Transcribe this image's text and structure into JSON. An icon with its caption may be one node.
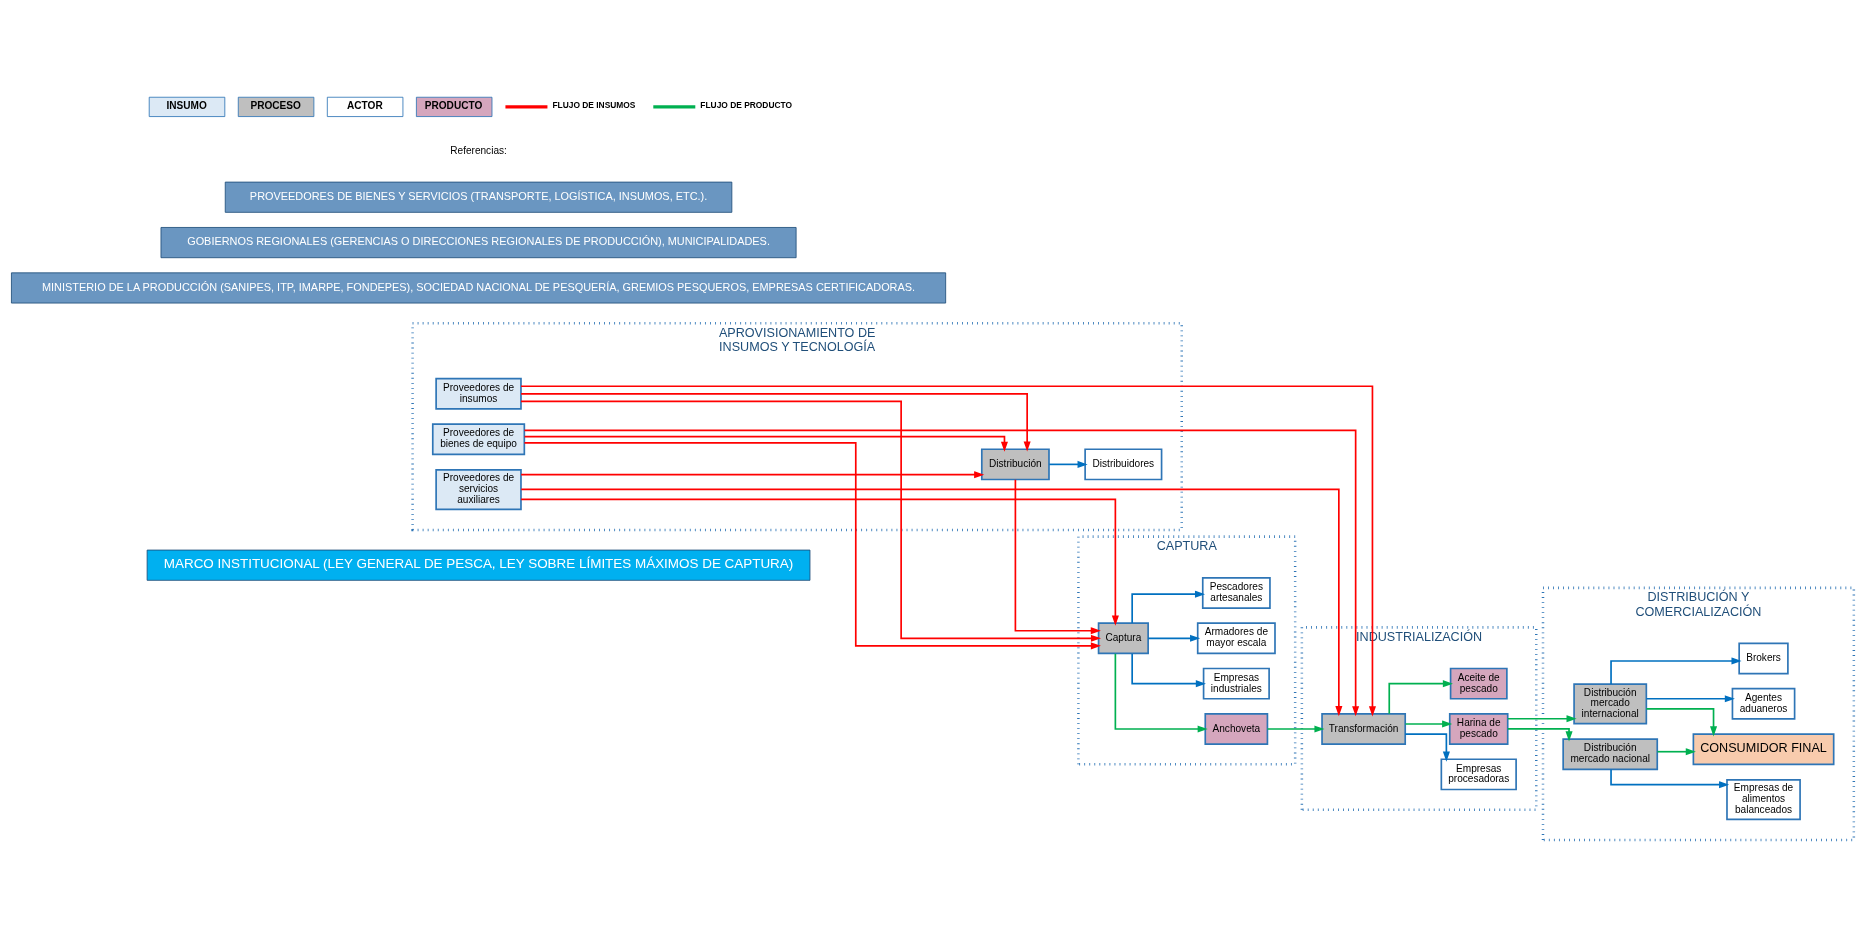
{
  "diagram": {
    "nodes": [
      {
        "text": [
          "MARCO INSTITUCIONAL (LEY GENERAL DE PESCA, LEY SOBRE LÍMITES MÁXIMOS DE CAPTURA)"
        ]
      },
      {
        "text": [
          "APROVISIONAMIENTO DE INSUMOS Y TECNOLOGÍA"
        ]
      },
      {
        "text": [
          "Proveedores de insumos"
        ],
        "in": 1
      },
      {
        "text": [
          "Proveedores de bienes de equipo"
        ],
        "in": 1
      },
      {
        "text": [
          "Proveedores de servicios auxiliares"
        ],
        "in": 1
      },
      {
        "text": [
          "Distribución"
        ],
        "in": 1
      },
      {
        "text": [
          "Distribuidores"
        ],
        "in": 1
      },
      {
        "text": [
          "CAPTURA"
        ]
      },
      {
        "text": [
          "Captura"
        ],
        "in": 7
      },
      {
        "text": [
          "Anchoveta"
        ],
        "in": 7
      },
      {
        "text": [
          "Empresas industriales"
        ],
        "in": 7
      },
      {
        "text": [
          "Armadores de mayor escala"
        ],
        "in": 7
      },
      {
        "text": [
          "Pescadores artesanales"
        ],
        "in": 7
      },
      {
        "text": [
          "INDUSTRIALIZACIÓN"
        ]
      },
      {
        "text": [
          "Transformación"
        ],
        "in": 13
      },
      {
        "text": [
          "Empresas procesadoras"
        ],
        "in": 13
      },
      {
        "text": [
          "Harina de pescado"
        ],
        "in": 13
      },
      {
        "text": [
          "Aceite de pescado"
        ],
        "in": 13
      },
      {
        "text": [
          "DISTRIBUCIÓN Y COMERCIALIZACIÓN"
        ]
      },
      {
        "text": [
          "Distribución mercado internacional"
        ],
        "in": 18
      },
      {
        "text": [
          "Agentes aduaneros"
        ],
        "in": 18
      },
      {
        "text": [
          "Brokers"
        ],
        "in": 18
      },
      {
        "text": [
          "Distribución mercado nacional"
        ],
        "in": 18
      },
      {
        "text": [
          "Empresas de alimentos balanceados"
        ],
        "in": 18
      },
      {
        "text": [
          "CONSUMIDOR FINAL"
        ],
        "in": 18
      },
      {
        "text": [
          "MINISTERIO DE LA PRODUCCIÓN (SANIPES, ITP, IMARPE, FONDEPES), SOCIEDAD NACIONAL DE PESQUERÍA, GREMIOS PESQUEROS, EMPRESAS CERTIFICADORAS."
        ]
      },
      {
        "text": [
          "GOBIERNOS REGIONALES (GERENCIAS O DIRECCIONES REGIONALES DE PRODUCCIÓN), MUNICIPALIDADES."
        ]
      },
      {
        "text": [
          "PROVEEDORES DE BIENES Y SERVICIOS (TRANSPORTE, LOGÍSTICA, INSUMOS, ETC.)."
        ]
      }
    ],
    "edges": [
      {
        "from": 2,
        "to": 5,
        "arrow": "to",
        "color": "#ff0000"
      },
      {
        "from": 3,
        "to": 5,
        "arrow": "to",
        "color": "#ff0000"
      },
      {
        "from": 4,
        "to": 5,
        "arrow": "to",
        "color": "#ff0000"
      },
      {
        "from": 2,
        "to": 8,
        "arrow": "to",
        "color": "#ff0000"
      },
      {
        "from": 3,
        "to": 8,
        "arrow": "to",
        "color": "#ff0000"
      },
      {
        "from": 4,
        "to": 8,
        "arrow": "to",
        "color": "#ff0000"
      },
      {
        "from": 2,
        "to": 14,
        "arrow": "to",
        "color": "#ff0000"
      },
      {
        "from": 3,
        "to": 14,
        "arrow": "to",
        "color": "#ff0000"
      },
      {
        "from": 4,
        "to": 14,
        "arrow": "to",
        "color": "#ff0000"
      },
      {
        "from": 5,
        "to": 8,
        "arrow": "to",
        "color": "#ff0000"
      },
      {
        "from": 5,
        "to": 6,
        "arrow": "to",
        "color": "#0070c0"
      },
      {
        "from": 8,
        "to": 9,
        "arrow": "to",
        "color": "#00b050"
      },
      {
        "from": 8,
        "to": 10,
        "arrow": "to",
        "color": "#0070c0"
      },
      {
        "from": 8,
        "to": 11,
        "arrow": "to",
        "color": "#0070c0"
      },
      {
        "from": 8,
        "to": 12,
        "arrow": "to",
        "color": "#0070c0"
      },
      {
        "from": 9,
        "to": 14,
        "arrow": "to",
        "color": "#00b050"
      },
      {
        "from": 14,
        "to": 15,
        "arrow": "to",
        "color": "#0070c0"
      },
      {
        "from": 14,
        "to": 16,
        "arrow": "to",
        "color": "#00b050"
      },
      {
        "from": 14,
        "to": 17,
        "arrow": "to",
        "color": "#00b050"
      },
      {
        "from": 16,
        "to": 19,
        "arrow": "to",
        "color": "#00b050"
      },
      {
        "from": 16,
        "to": 22,
        "arrow": "to",
        "color": "#00b050"
      },
      {
        "from": 19,
        "to": 20,
        "arrow": "to",
        "color": "#0070c0"
      },
      {
        "from": 19,
        "to": 21,
        "arrow": "to",
        "color": "#0070c0"
      },
      {
        "from": 19,
        "to": 24,
        "arrow": "to",
        "color": "#00b050"
      },
      {
        "from": 22,
        "to": 24,
        "arrow": "to",
        "color": "#00b050"
      },
      {
        "from": 22,
        "to": 23,
        "arrow": "to",
        "color": "#0070c0"
      }
    ],
    "labels": [
      "Referencias:"
    ],
    "legend": [
      {
        "text": "INSUMO",
        "color": "#dce9f5"
      },
      {
        "text": "PROCESO",
        "color": "#bfbfbf"
      },
      {
        "text": "ACTOR",
        "color": "#ffffff"
      },
      {
        "text": "PRODUCTO",
        "color": "#d5a6bd"
      },
      {
        "text": "FLUJO DE INSUMOS"
      },
      {
        "text": "FLUJO DE PRODUCTO"
      }
    ]
  }
}
